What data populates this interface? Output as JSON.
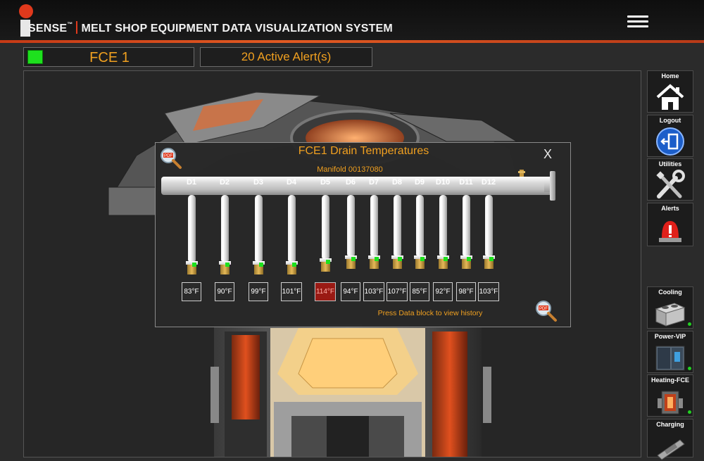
{
  "header": {
    "brand": "SENSE",
    "brand_tm": "™",
    "title": "MELT SHOP EQUIPMENT DATA VISUALIZATION SYSTEM"
  },
  "status": {
    "furnace": "FCE 1",
    "alerts": "20  Active Alert(s)",
    "furnace_color": "#1ee01e"
  },
  "sidebar": {
    "top": [
      {
        "label": "Home",
        "icon": "home-icon"
      },
      {
        "label": "Logout",
        "icon": "logout-icon"
      },
      {
        "label": "Utilities",
        "icon": "wrench-screwdriver-icon"
      },
      {
        "label": "Alerts",
        "icon": "alarm-light-icon"
      }
    ],
    "bottom": [
      {
        "label": "Cooling",
        "icon": "cooling-unit-icon"
      },
      {
        "label": "Power-VIP",
        "icon": "power-cabinet-icon"
      },
      {
        "label": "Heating-FCE",
        "icon": "furnace-icon"
      },
      {
        "label": "Charging",
        "icon": "charger-icon"
      }
    ]
  },
  "modal": {
    "title": "FCE1 Drain Temperatures",
    "close": "X",
    "manifold": "Manifold 00137080",
    "hint": "Press Data block to view history",
    "alarm_color": "#9a1a14",
    "drains": [
      {
        "label": "D1",
        "temp": "83°F",
        "alarm": false
      },
      {
        "label": "D2",
        "temp": "90°F",
        "alarm": false
      },
      {
        "label": "D3",
        "temp": "99°F",
        "alarm": false
      },
      {
        "label": "D4",
        "temp": "101°F",
        "alarm": false
      },
      {
        "label": "D5",
        "temp": "114°F",
        "alarm": true
      },
      {
        "label": "D6",
        "temp": "94°F",
        "alarm": false
      },
      {
        "label": "D7",
        "temp": "103°F",
        "alarm": false
      },
      {
        "label": "D8",
        "temp": "107°F",
        "alarm": false
      },
      {
        "label": "D9",
        "temp": "85°F",
        "alarm": false
      },
      {
        "label": "D10",
        "temp": "92°F",
        "alarm": false
      },
      {
        "label": "D11",
        "temp": "98°F",
        "alarm": false
      },
      {
        "label": "D12",
        "temp": "103°F",
        "alarm": false
      }
    ]
  }
}
